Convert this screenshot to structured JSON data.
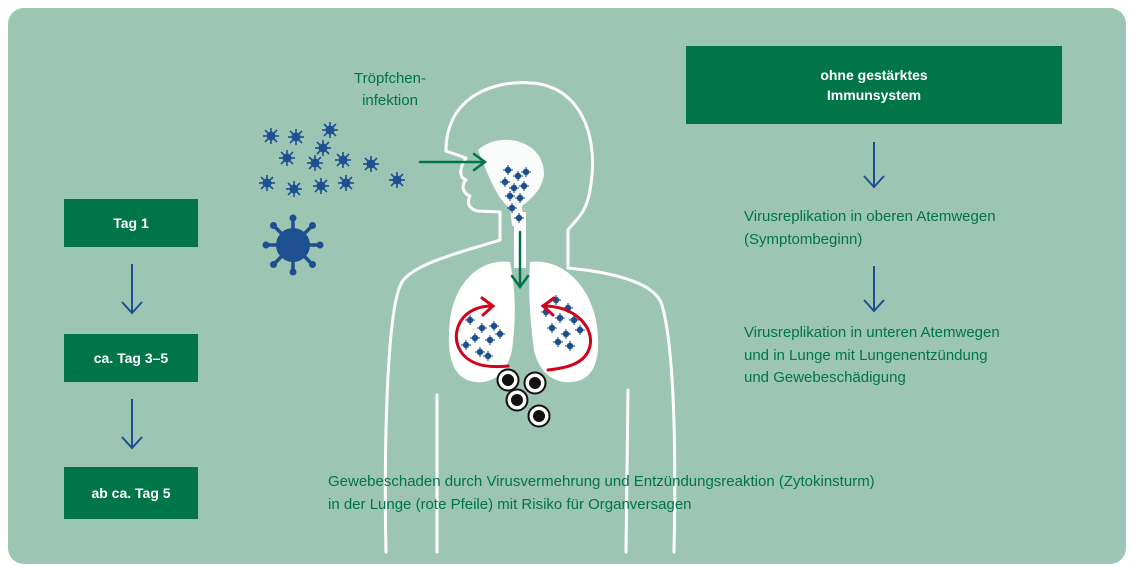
{
  "left_flow": {
    "boxes": [
      "Tag 1",
      "ca. Tag 3–5",
      "ab ca. Tag 5"
    ]
  },
  "droplet_label": {
    "line1": "Tröpfchen-",
    "line2": "infektion"
  },
  "right_flow": {
    "header_line1": "ohne gestärktes",
    "header_line2": "Immunsystem",
    "step1_line1": "Virusreplikation in oberen Atemwegen",
    "step1_line2": "(Symptombeginn)",
    "step2_line1": "Virusreplikation in unteren Atemwegen",
    "step2_line2": "und in Lunge mit Lungenentzündung",
    "step2_line3": "und Gewebeschädigung"
  },
  "caption": {
    "line1": "Gewebeschaden durch Virusvermehrung und Entzündungsreaktion (Zytokinsturm)",
    "line2": "in der Lunge (rote Pfeile) mit Risiko für Organversagen"
  },
  "colors": {
    "background": "#9cc6b3",
    "box_green": "#00744a",
    "virus_blue": "#1d4f91",
    "arrow_blue": "#1d4f91",
    "inflammation_red": "#d0021b",
    "outline_white": "#ffffff"
  },
  "icons": [
    "virus-icon",
    "arrow-down-icon",
    "arrow-right-icon",
    "circular-arrow-icon",
    "cell-icon",
    "human-silhouette"
  ]
}
